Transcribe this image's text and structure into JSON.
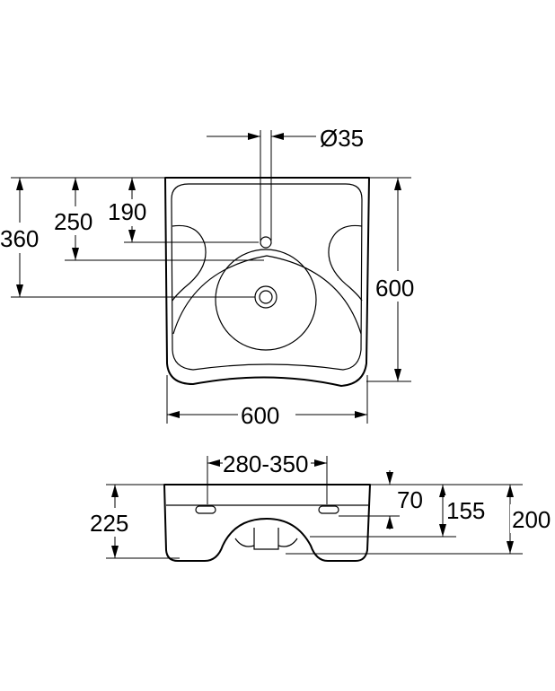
{
  "drawing": {
    "top_view": {
      "hole_diameter": "Ø35",
      "dim_left_outer": "360",
      "dim_left_middle": "250",
      "dim_left_inner": "190",
      "dim_right_depth": "600",
      "dim_bottom_width": "600"
    },
    "front_view": {
      "dim_bracket_spacing": "280-350",
      "dim_left_height": "225",
      "dim_right_70": "70",
      "dim_right_155": "155",
      "dim_right_200": "200"
    }
  }
}
